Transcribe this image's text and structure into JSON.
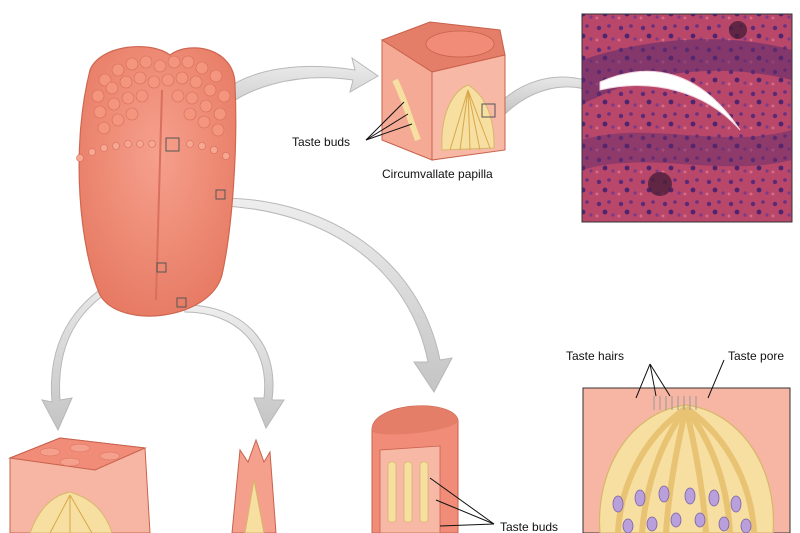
{
  "labels": {
    "taste_buds_top": "Taste buds",
    "circumvallate_papilla": "Circumvallate papilla",
    "taste_hairs": "Taste hairs",
    "taste_pore": "Taste pore",
    "taste_buds_bottom": "Taste buds"
  },
  "colors": {
    "tongue": "#f08c78",
    "tongue_dark": "#d9705c",
    "papilla_bump": "#f4a08c",
    "epithelium": "#f7b6a4",
    "bud_yellow": "#f6dfa0",
    "bud_cell": "#c0a0d8",
    "micrograph_bg": "#b04060",
    "arrow": "#d6d6d6"
  }
}
